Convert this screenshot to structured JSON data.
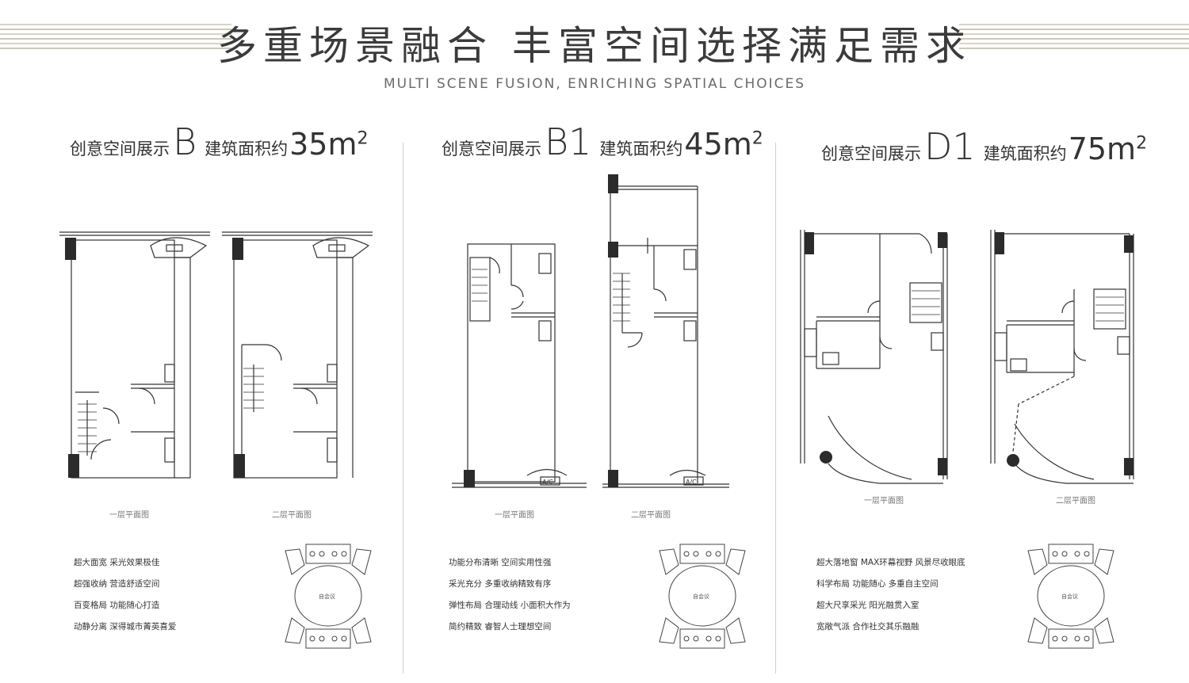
{
  "title": "多重场景融合  丰富空间选择满足需求",
  "subtitle": "MULTI SCENE FUSION, ENRICHING SPATIAL CHOICES",
  "sections": [
    {
      "head_prefix": "创意空间展示",
      "code": "B",
      "area_label": "建筑面积约",
      "area": "35m",
      "area_sup": "2",
      "captions": [
        "一层平面图",
        "二层平面图"
      ],
      "features": [
        "超大面宽 采光效果极佳",
        "超强收纳 营造舒适空间",
        "百变格局 功能随心打造",
        "动静分离 深得城市菁英喜爱"
      ],
      "diagram_label": "自会议"
    },
    {
      "head_prefix": "创意空间展示",
      "code": "B1",
      "area_label": "建筑面积约",
      "area": "45m",
      "area_sup": "2",
      "captions": [
        "一层平面图",
        "二层平面图"
      ],
      "features": [
        "功能分布清晰 空间实用性强",
        "采光充分 多重收纳精致有序",
        "弹性布局 合理动线 小面积大作为",
        "简约精致 睿智人士理想空间"
      ],
      "diagram_label": "自会议",
      "ac_label": "A/C"
    },
    {
      "head_prefix": "创意空间展示",
      "code": "D1",
      "area_label": "建筑面积约",
      "area": "75m",
      "area_sup": "2",
      "captions": [
        "一层平面图",
        "二层平面图"
      ],
      "features": [
        "超大落地窗 MAX环幕视野 风景尽收眼底",
        "科学布局 功能随心 多重自主空间",
        "超大尺享采光 阳光融贯入室",
        "宽敞气派 合作社交其乐融融"
      ],
      "diagram_label": "自会议"
    }
  ],
  "colors": {
    "wall": "#333333",
    "column": "#2b2b2b",
    "stripe": "#d9d3c4"
  }
}
